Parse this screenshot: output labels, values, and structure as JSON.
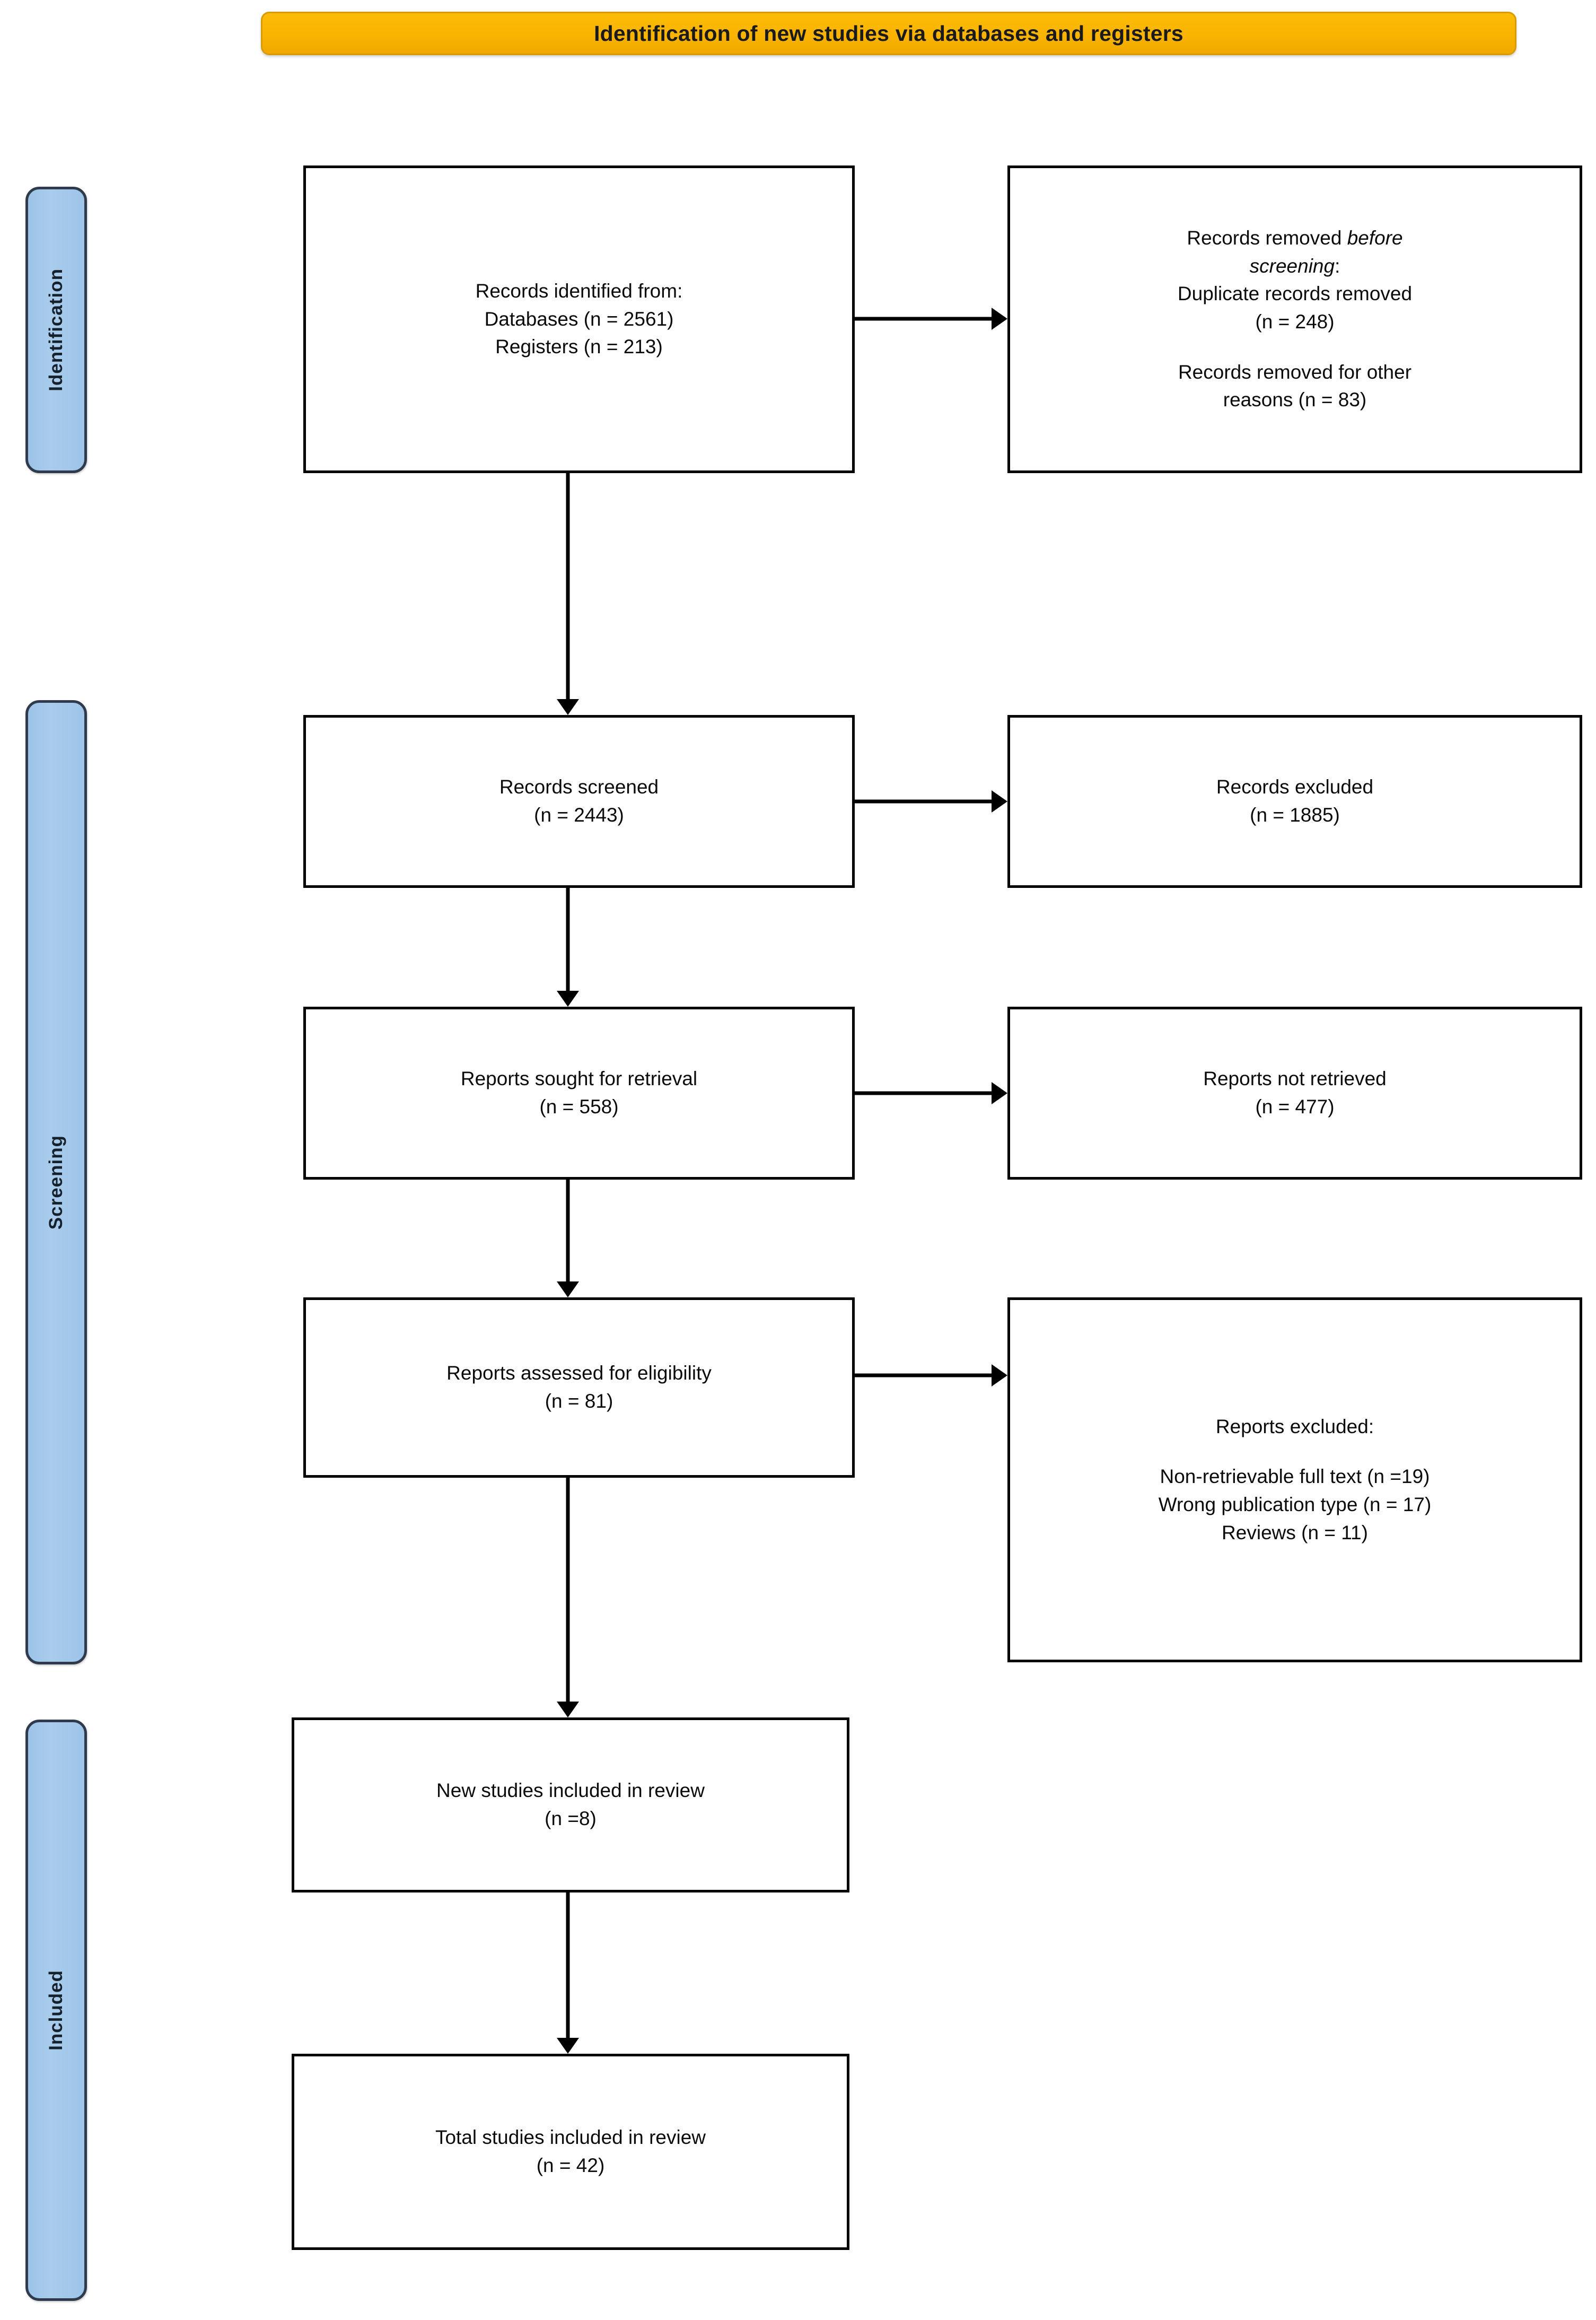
{
  "banner": {
    "title": "Identification of new studies via databases and registers",
    "fill_color": "#F9B300",
    "border_color": "#D89B06"
  },
  "stages": [
    {
      "id": "identification",
      "label": "Identification"
    },
    {
      "id": "screening",
      "label": "Screening"
    },
    {
      "id": "included",
      "label": "Included"
    }
  ],
  "stage_tab_colors": {
    "fill": "#A9CCEC",
    "border": "#2F3B4C",
    "text": "#15202B"
  },
  "boxes": {
    "identified": {
      "line1": "Records identified from:",
      "line2": "Databases (n = 2561)",
      "line3": "Registers (n = 213)"
    },
    "removed_before_screening": {
      "line1": "Records removed ",
      "line1_italic": "before",
      "line2_italic": "screening",
      "line2_tail": ":",
      "line3": "Duplicate records removed",
      "line4": "(n = 248)",
      "line5": "Records removed for other",
      "line6": "reasons (n = 83)"
    },
    "screened": {
      "line1": "Records screened",
      "line2": "(n = 2443)"
    },
    "records_excluded": {
      "line1": "Records excluded",
      "line2": "(n = 1885)"
    },
    "sought": {
      "line1": "Reports sought for retrieval",
      "line2": "(n = 558)"
    },
    "not_retrieved": {
      "line1": "Reports not retrieved",
      "line2": "(n = 477)"
    },
    "assessed": {
      "line1": "Reports assessed for eligibility",
      "line2": "(n = 81)"
    },
    "reports_excluded": {
      "heading": "Reports excluded:",
      "reason1": "Non-retrievable full text (n =19)",
      "reason2": "Wrong publication type (n = 17)",
      "reason3": "Reviews (n = 11)"
    },
    "new_studies": {
      "line1": "New studies included in review",
      "line2": "(n =8)"
    },
    "total_studies": {
      "line1": "Total studies included in review",
      "line2": "(n = 42)"
    }
  },
  "chart_data": {
    "type": "diagram",
    "title": "Identification of new studies via databases and registers",
    "flow": [
      {
        "stage": "Identification",
        "node": "Records identified from: Databases",
        "n": 2561
      },
      {
        "stage": "Identification",
        "node": "Records identified from: Registers",
        "n": 213
      },
      {
        "stage": "Identification",
        "node": "Duplicate records removed",
        "n": 248
      },
      {
        "stage": "Identification",
        "node": "Records removed for other reasons",
        "n": 83
      },
      {
        "stage": "Screening",
        "node": "Records screened",
        "n": 2443
      },
      {
        "stage": "Screening",
        "node": "Records excluded",
        "n": 1885
      },
      {
        "stage": "Screening",
        "node": "Reports sought for retrieval",
        "n": 558
      },
      {
        "stage": "Screening",
        "node": "Reports not retrieved",
        "n": 477
      },
      {
        "stage": "Screening",
        "node": "Reports assessed for eligibility",
        "n": 81
      },
      {
        "stage": "Screening",
        "node": "Reports excluded: Non-retrievable full text",
        "n": 19
      },
      {
        "stage": "Screening",
        "node": "Reports excluded: Wrong publication type",
        "n": 17
      },
      {
        "stage": "Screening",
        "node": "Reports excluded: Reviews",
        "n": 11
      },
      {
        "stage": "Included",
        "node": "New studies included in review",
        "n": 8
      },
      {
        "stage": "Included",
        "node": "Total studies included in review",
        "n": 42
      }
    ]
  }
}
